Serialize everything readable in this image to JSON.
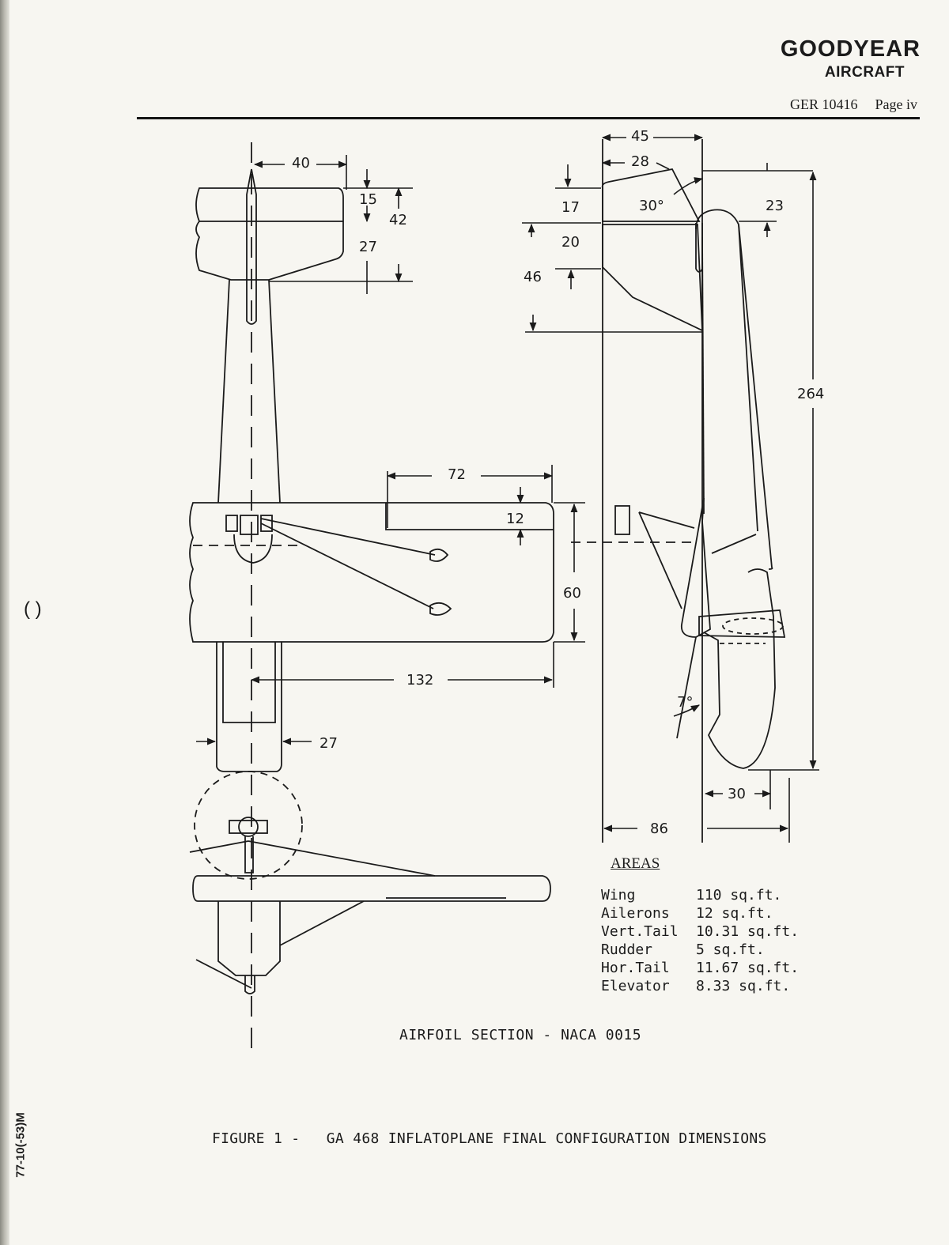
{
  "header": {
    "brand": "GOODYEAR",
    "division": "AIRCRAFT",
    "report_number": "GER 10416",
    "page_label": "Page iv"
  },
  "dimensions": {
    "top": {
      "tail_span": "40",
      "tail_fixed_chord": "15",
      "tail_total_chord": "42",
      "elevator_chord": "27",
      "aileron_span": "72",
      "aileron_chord": "12",
      "wing_chord": "60",
      "wing_half_span": "132",
      "fuselage_width": "27"
    },
    "side": {
      "overall_height": "45",
      "fin_top": "28",
      "rudder_angle": "30°",
      "fin_chord_top": "17",
      "fin_offset": "23",
      "fin_chord_base": "20",
      "fin_root": "46",
      "overall_length": "264",
      "incidence": "7°",
      "nose_offset": "30",
      "overall_width": "86"
    }
  },
  "areas": {
    "title": "AREAS",
    "items": [
      {
        "name": "Wing",
        "value": "110 sq.ft."
      },
      {
        "name": "Ailerons",
        "value": "12 sq.ft."
      },
      {
        "name": "Vert.Tail",
        "value": "10.31 sq.ft."
      },
      {
        "name": "Rudder",
        "value": "5 sq.ft."
      },
      {
        "name": "Hor.Tail",
        "value": "11.67 sq.ft."
      },
      {
        "name": "Elevator",
        "value": "8.33 sq.ft."
      }
    ]
  },
  "airfoil_note": "AIRFOIL SECTION - NACA 0015",
  "caption": "FIGURE 1 -   GA 468 INFLATOPLANE FINAL CONFIGURATION DIMENSIONS",
  "margin_code": "77-10(-53)M"
}
